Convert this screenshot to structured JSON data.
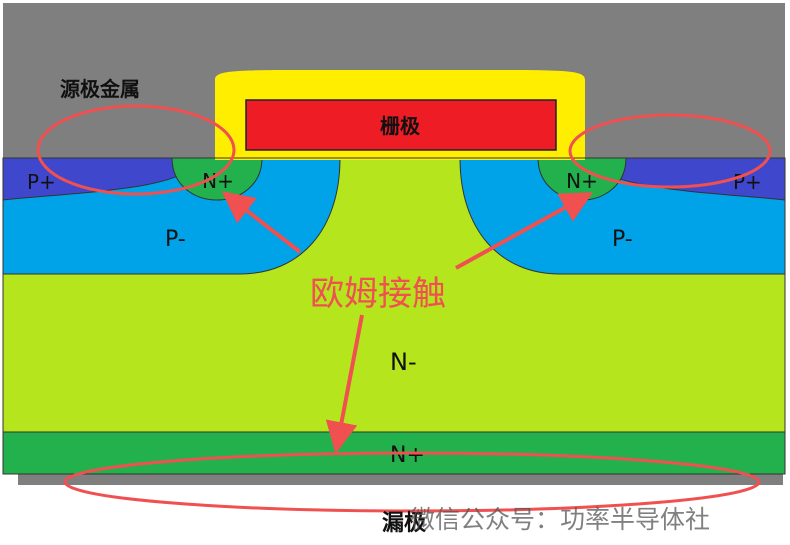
{
  "labels": {
    "source_metal": "源极金属",
    "gate": "栅极",
    "n_plus_left": "N+",
    "n_plus_right": "N+",
    "p_plus_left": "P+",
    "p_plus_right": "P+",
    "p_minus_left": "P-",
    "p_minus_right": "P-",
    "n_minus": "N-",
    "n_plus_substrate": "N+",
    "ohmic_contact": "欧姆接触",
    "drain": "漏极",
    "watermark": "微信公众号：功率半导体社"
  },
  "colors": {
    "metal": "#7f7f7f",
    "gate_oxide": "#ffee00",
    "gate": "#ee1c24",
    "p_plus": "#3f48cc",
    "p_minus": "#00a2e8",
    "n_plus": "#22b14c",
    "n_minus": "#b5e61d",
    "annotation": "#f05050"
  }
}
